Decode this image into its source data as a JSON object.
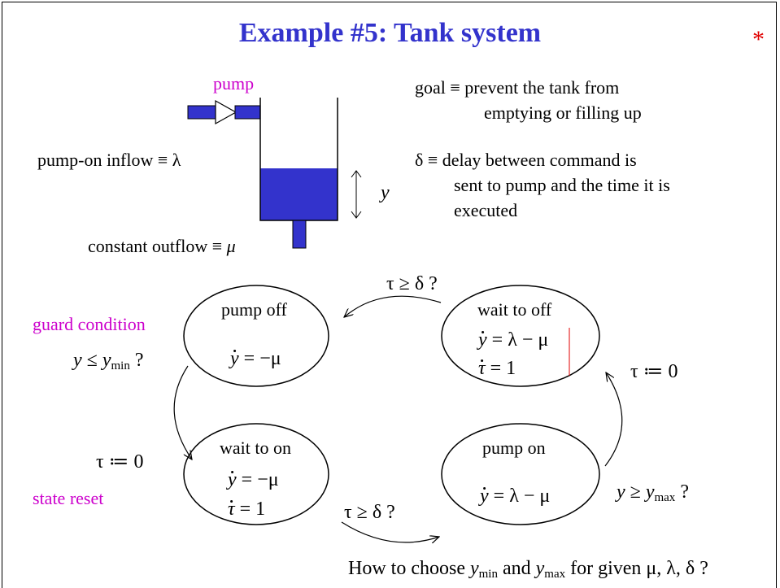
{
  "title": "Example #5: Tank system",
  "star": "*",
  "tank": {
    "pump_label": "pump",
    "inflow_text": "pump-on inflow ≡ λ",
    "outflow_text": "constant outflow ≡",
    "outflow_symbol": "μ",
    "level_label": "y"
  },
  "definitions": {
    "goal_line1": "goal ≡  prevent the tank from",
    "goal_line2": "emptying or filling up",
    "delta_line1": "δ ≡ delay between command is",
    "delta_line2": "sent to pump and the time it is",
    "delta_line3": "executed"
  },
  "annotations": {
    "guard_condition": "guard condition",
    "state_reset": "state reset"
  },
  "states": {
    "pump_off": {
      "name": "pump off",
      "eq1": "= −μ"
    },
    "wait_to_off": {
      "name": "wait to off",
      "eq1": "= λ − μ",
      "eq2": "= 1"
    },
    "wait_to_on": {
      "name": "wait to on",
      "eq1": "= −μ",
      "eq2": "= 1"
    },
    "pump_on": {
      "name": "pump on",
      "eq1": "= λ − μ"
    }
  },
  "transitions": {
    "top": "τ ≥ δ ?",
    "bottom": "τ ≥ δ ?",
    "reset_left": "τ ≔ 0",
    "reset_right": "τ ≔ 0",
    "ymin_guard_prefix": "y ≤ y",
    "ymin_sub": "min",
    "ymin_suffix": " ?",
    "ymax_guard_prefix": "y ≥ y",
    "ymax_sub": "max",
    "ymax_suffix": " ?"
  },
  "question": {
    "part1": "How to choose ",
    "y1": "y",
    "sub1": "min",
    "part2": " and ",
    "y2": "y",
    "sub2": "max",
    "part3": " for given μ, λ, δ ?"
  },
  "colors": {
    "title": "#3333cc",
    "tank_fill": "#3333cc",
    "accent": "#cc00cc",
    "star": "#e00000"
  }
}
